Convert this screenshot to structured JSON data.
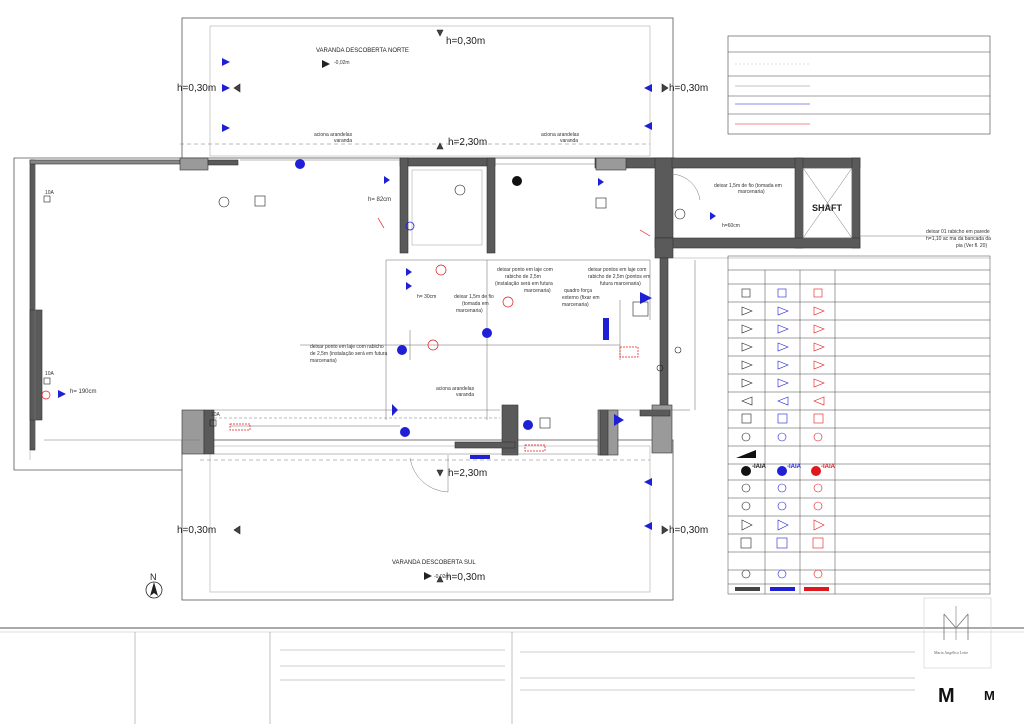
{
  "heights": {
    "north_top": "h=0,30m",
    "left_upper": "h=0,30m",
    "right_upper": "h=0,30m",
    "center_upper": "h=2,30m",
    "center_lower": "h=2,30m",
    "left_lower": "h=0,30m",
    "right_lower": "h=0,30m",
    "south_bottom": "h=0,30m",
    "wc_switch": "h= 82cm",
    "left_wall": "h= 190cm",
    "kitchen": "h= 30cm",
    "laundry": "h=60cm"
  },
  "rooms": {
    "north": "VARANDA DESCOBERTA NORTE",
    "south": "VARANDA DESCOBERTA SUL",
    "shaft": "SHAFT",
    "level_north": "-0,02m",
    "level_south": "-0,02m"
  },
  "notes": {
    "aciona_left_1": "aciona arandelas",
    "aciona_left_2": "varanda",
    "aciona_right_1": "aciona arandelas",
    "aciona_right_2": "varanda",
    "aciona_lower_1": "aciona arandelas",
    "aciona_lower_2": "varanda",
    "deixar_15_1": "deixar 1,5m de fio (tomada em",
    "deixar_15_2": "marcenaria)",
    "rabicho_1": "deixar 01 rabicho em parede",
    "rabicho_2": "h=1,10 ac ma da bancada da",
    "rabicho_3": "pia (Ver fl. 20)",
    "ponto_laje_1": "deixar ponto em laje com",
    "ponto_laje_2": "rabicho de 2,5m",
    "ponto_laje_3": "(instalação será em futura",
    "ponto_laje_4": "marcenaria)",
    "pontos_laje_1": "deixar pontos em laje com",
    "pontos_laje_2": "rabicho de 2,5m (pontos em",
    "pontos_laje_3": "futura marcenaria)",
    "fio_mid_1": "deixar 1,5m de fio",
    "fio_mid_2": "(tomada em",
    "fio_mid_3": "marcenaria)",
    "quadro_1": "quadro força",
    "quadro_2": "externo (fixar em",
    "quadro_3": "marcenaria)",
    "ponto_left_1": "deixar ponto em laje com rabicho",
    "ponto_left_2": "de 2,5m (instalação será em futura",
    "ponto_left_3": "marcenaria)",
    "amp1": "10A",
    "amp2": "10A",
    "amp3": "10A"
  },
  "legend_symbol_tag": "-IAIA",
  "symbol_colors": {
    "black": "#111111",
    "blue": "#1f1fd6",
    "red": "#e0181b"
  },
  "logo": {
    "signature": "Maria Angélica Leite",
    "big_m": "M",
    "small_m": "M"
  },
  "compass": "N"
}
